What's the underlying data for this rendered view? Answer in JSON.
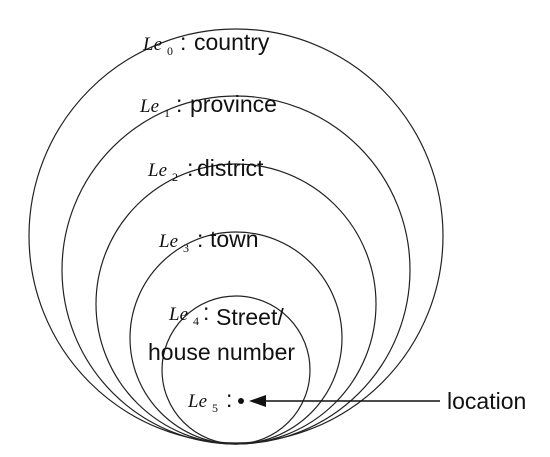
{
  "levels": [
    {
      "symbol": "Le",
      "index": "0",
      "separator": ":",
      "label": "country"
    },
    {
      "symbol": "Le",
      "index": "1",
      "separator": ":",
      "label": "province"
    },
    {
      "symbol": "Le",
      "index": "2",
      "separator": ":",
      "label": "district"
    },
    {
      "symbol": "Le",
      "index": "3",
      "separator": ":",
      "label": "town"
    },
    {
      "symbol": "Le",
      "index": "4",
      "separator": ":",
      "label_line1": "Street/",
      "label_line2": "house number"
    },
    {
      "symbol": "Le",
      "index": "5",
      "separator": ":"
    }
  ],
  "pointer": {
    "label": "location"
  },
  "colors": {
    "stroke": "#222222",
    "text": "#111111"
  }
}
